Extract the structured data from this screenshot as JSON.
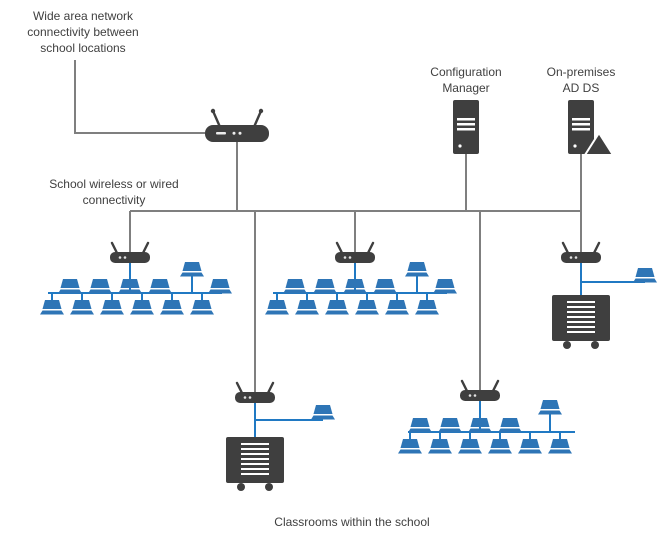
{
  "colors": {
    "background": "#ffffff",
    "line_gray": "#7f7f7f",
    "line_blue": "#2079c3",
    "device_dark": "#3f3f3f",
    "laptop_blue": "#2e75b6",
    "text": "#404040"
  },
  "labels": {
    "wan": "Wide area network connectivity between school locations",
    "config_manager": "Configuration Manager",
    "ad_ds": "On-premises AD DS",
    "school_connectivity": "School wireless or wired connectivity",
    "classrooms": "Classrooms within the school"
  },
  "devices": {
    "wan_router_count": 1,
    "server_count": 2,
    "access_point_count": 5,
    "device_cart_count": 2,
    "laptop_count": 37
  },
  "icons": [
    "wireless-router-icon",
    "server-icon",
    "ad-ds-triangle-icon",
    "access-point-icon",
    "laptop-icon",
    "device-cart-icon"
  ]
}
